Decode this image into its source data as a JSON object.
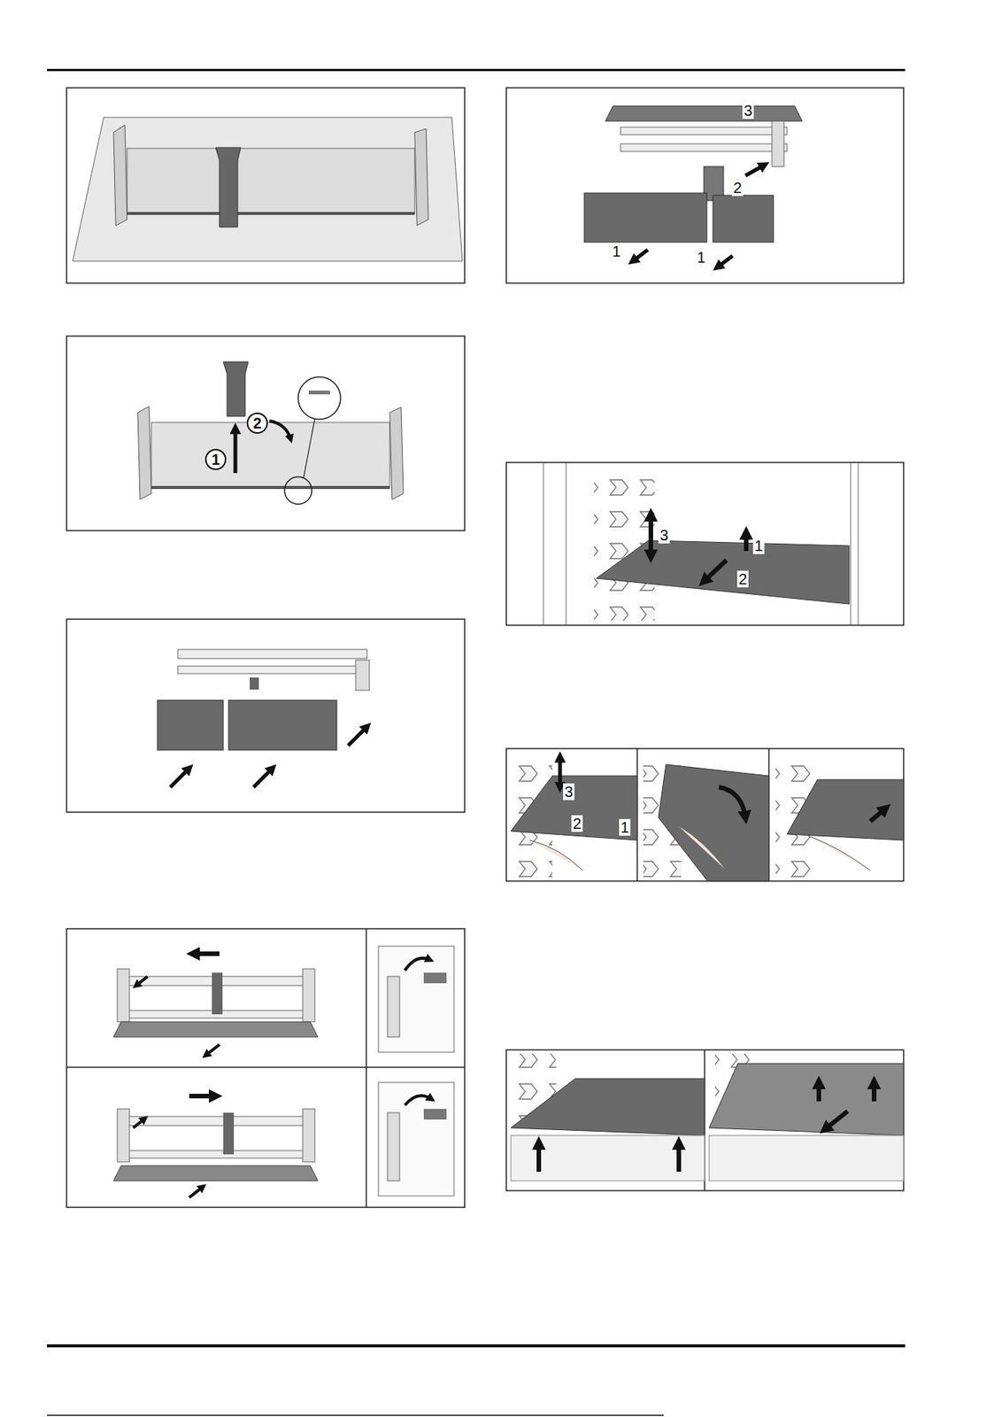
{
  "diagram": {
    "labels": [
      "3",
      "2",
      "1",
      "1",
      "2",
      "1",
      "3",
      "1",
      "2",
      "3",
      "2",
      "1"
    ]
  }
}
